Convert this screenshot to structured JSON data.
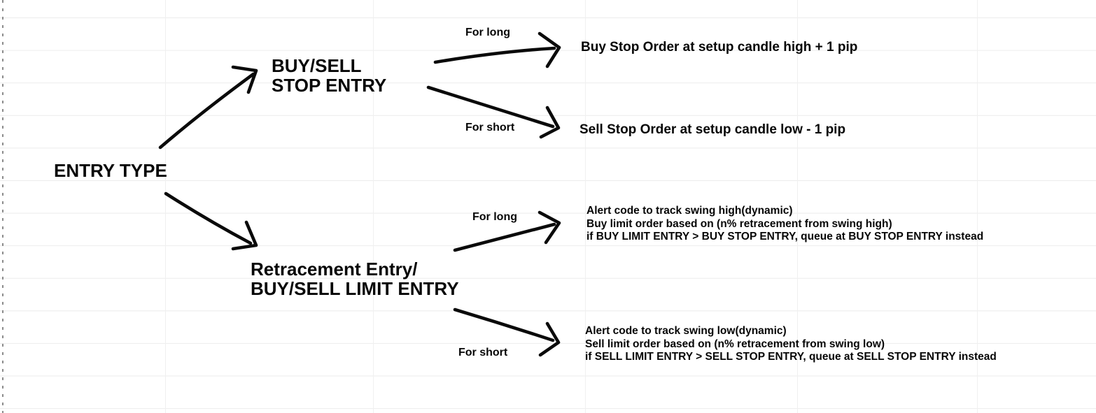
{
  "canvas": {
    "background": "#ffffff",
    "grid_h_line_color": "#ececec",
    "grid_v_line_color": "#f0f0f0",
    "page_edge_dash_color": "#8c8c8c",
    "ink_color": "#0a0a0a"
  },
  "diagram": {
    "root": {
      "label": "ENTRY TYPE"
    },
    "branches": [
      {
        "title_lines": [
          "BUY/SELL",
          "STOP ENTRY"
        ],
        "cases": [
          {
            "condition": "For long",
            "outcome": "Buy Stop Order at setup candle high + 1 pip"
          },
          {
            "condition": "For short",
            "outcome": "Sell Stop Order at setup candle low - 1 pip"
          }
        ]
      },
      {
        "title_lines": [
          "Retracement Entry/",
          "BUY/SELL LIMIT ENTRY"
        ],
        "cases": [
          {
            "condition": "For long",
            "outcome_lines": [
              "Alert code to track swing high(dynamic)",
              "Buy limit order based on (n% retracement from swing high)",
              "if BUY LIMIT ENTRY > BUY STOP ENTRY, queue at BUY STOP ENTRY instead"
            ]
          },
          {
            "condition": "For short",
            "outcome_lines": [
              "Alert code to track swing low(dynamic)",
              "Sell limit order based on (n% retracement from swing low)",
              "if SELL LIMIT ENTRY > SELL STOP ENTRY, queue at SELL STOP ENTRY instead"
            ]
          }
        ]
      }
    ]
  }
}
